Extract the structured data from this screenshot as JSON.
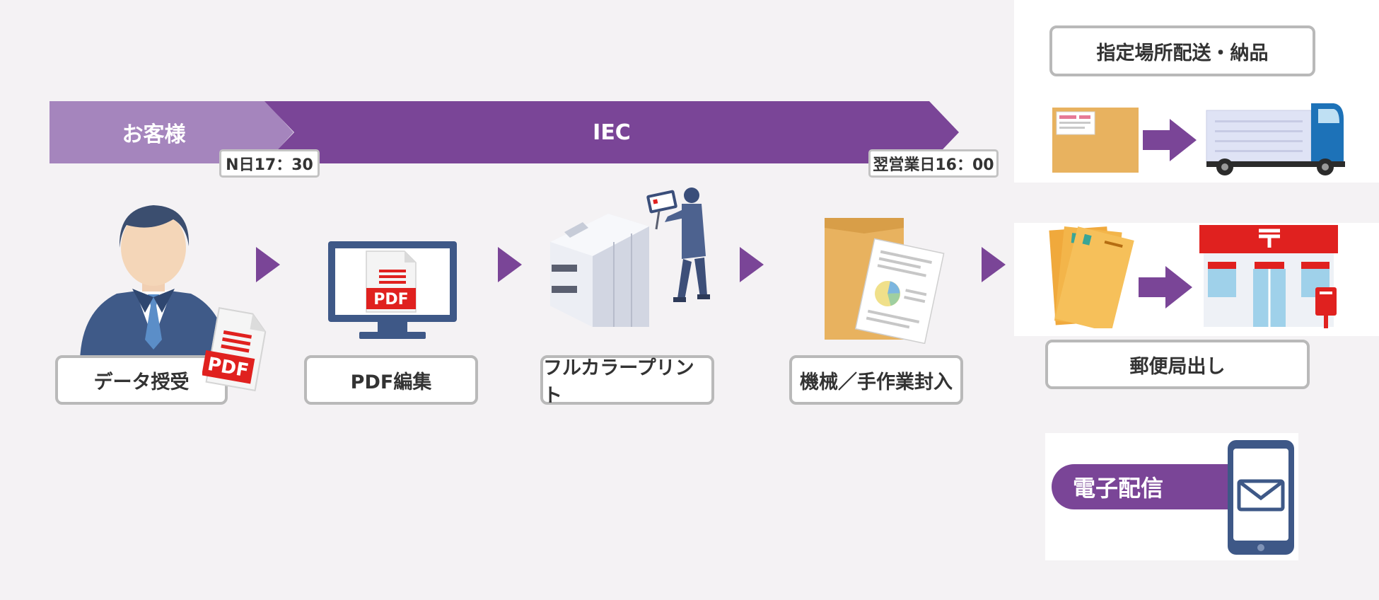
{
  "timeline": {
    "customer": "お客様",
    "company": "IEC",
    "cutoff_left": "N日17：30",
    "cutoff_right": "翌営業日16：00"
  },
  "steps": [
    {
      "label": "データ授受",
      "icon": "businessman-icon"
    },
    {
      "label": "PDF編集",
      "icon": "monitor-pdf-icon"
    },
    {
      "label": "フルカラープリント",
      "icon": "printer-operator-icon"
    },
    {
      "label": "機械／手作業封入",
      "icon": "envelope-document-icon"
    }
  ],
  "pdf_text": "PDF",
  "delivery": {
    "designated": "指定場所配送・納品",
    "post": "郵便局出し",
    "electronic": "電子配信"
  },
  "colors": {
    "purple": "#7a4597",
    "light_purple": "#a585bd",
    "navy": "#3d5a86",
    "red": "#e0211f",
    "kraft": "#e8b25f"
  }
}
